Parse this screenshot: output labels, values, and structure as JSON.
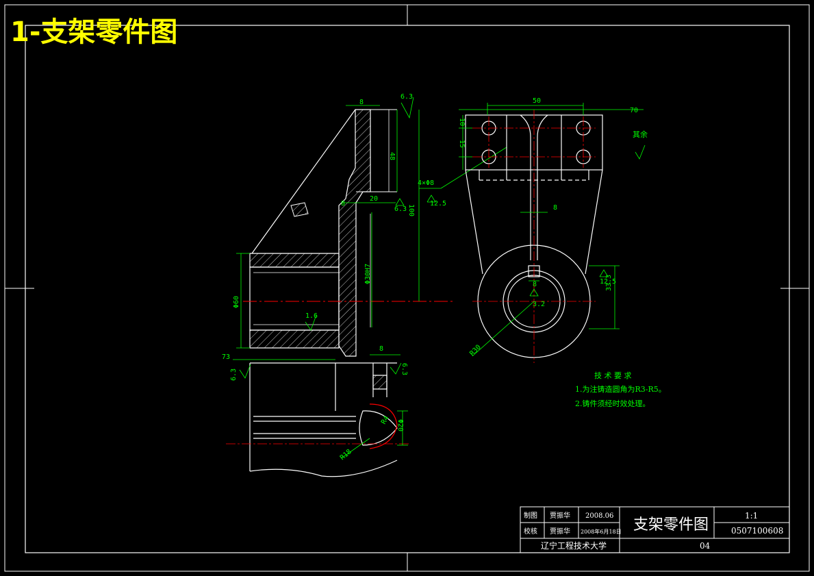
{
  "banner_title": "1-支架零件图",
  "colors": {
    "outline": "#ffffff",
    "dimension": "#00ff00",
    "centerline": "#ff0000",
    "banner": "#ffff00"
  },
  "dimensions": {
    "left_view": {
      "d8_top": "8",
      "surface_63_top": "6.3",
      "d48": "48",
      "d100": "100",
      "d20": "20",
      "d8_mid": "8",
      "surface_63_mid": "6.3",
      "holes": "4×Φ8",
      "surface_125": "12.5",
      "bore": "Φ30H7",
      "phi60": "Φ60",
      "surface_16": "1.6"
    },
    "right_view": {
      "d50": "50",
      "d70": "70",
      "d10": "10",
      "d15": "15",
      "d8_rib": "8",
      "d8_key": "8",
      "surface_32": "3.2",
      "surface_125": "12.5",
      "d333": "33.3",
      "r30": "R30",
      "rest": "其余"
    },
    "bottom_view": {
      "d73": "73",
      "surface_63_left": "6.3",
      "d8": "8",
      "surface_63_right": "6.3",
      "r18": "R18",
      "r4": "R4",
      "phi20": "Φ20"
    }
  },
  "technical_requirements": {
    "title": "技 术 要 求",
    "items": [
      "1.为注铸造圆角为R3-R5。",
      "2.铸件须经时效处理。"
    ]
  },
  "title_block": {
    "drawn_label": "制图",
    "drawn_by": "贾振华",
    "drawn_date": "2008.06",
    "checked_label": "校核",
    "checked_by": "贾振华",
    "checked_date": "2008年6月18日",
    "drawing_name": "支架零件图",
    "scale": "1:1",
    "drawing_number": "0507100608",
    "school": "辽宁工程技术大学",
    "sheet": "04"
  }
}
